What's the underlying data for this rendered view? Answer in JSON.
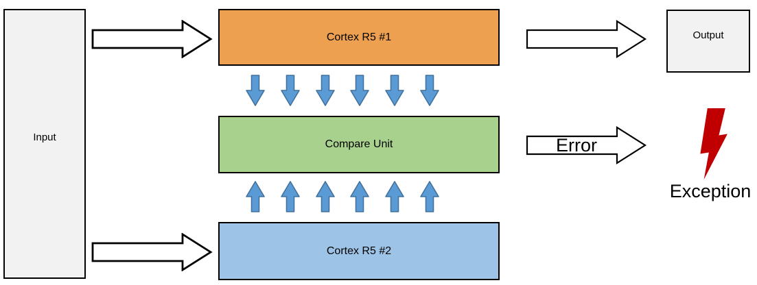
{
  "diagram": {
    "nodes": {
      "input": {
        "label": "Input",
        "fill": "#F2F2F2",
        "border": "#000000"
      },
      "cortex1": {
        "label": "Cortex R5 #1",
        "fill": "#EDA04F",
        "border": "#000000"
      },
      "compare": {
        "label": "Compare Unit",
        "fill": "#A9D18E",
        "border": "#000000"
      },
      "cortex2": {
        "label": "Cortex R5 #2",
        "fill": "#9DC3E6",
        "border": "#000000"
      },
      "output": {
        "label": "Output",
        "fill": "#F2F2F2",
        "border": "#000000"
      }
    },
    "labels": {
      "error": "Error",
      "exception": "Exception"
    },
    "bus": {
      "down_count": 6,
      "up_count": 6,
      "fill": "#5B9BD5",
      "border": "#41719C"
    },
    "hollow_arrow": {
      "fill": "#FFFFFF",
      "border": "#000000"
    },
    "exception_bolt_color": "#C00000"
  }
}
